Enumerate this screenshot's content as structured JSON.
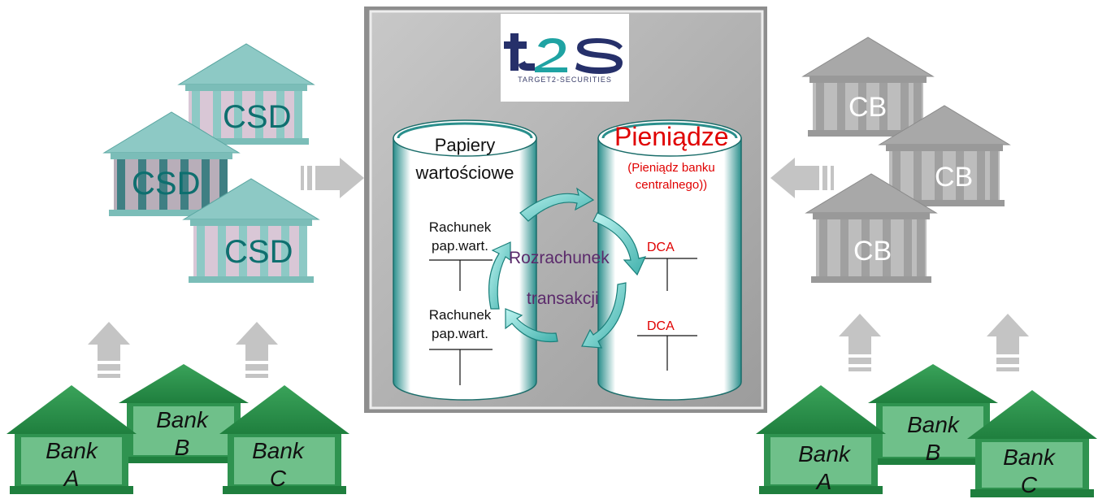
{
  "logo": {
    "caption": "TARGET2-SECURITIES",
    "colors": {
      "navy": "#26306a",
      "teal": "#1fa3a3"
    }
  },
  "csds": {
    "labels": [
      "CSD",
      "CSD",
      "CSD"
    ],
    "color": "#8dc9c5"
  },
  "central_banks": {
    "labels": [
      "CB",
      "CB",
      "CB"
    ],
    "color": "#a8a8a8"
  },
  "platform": {
    "securities_cylinder": {
      "title_line1": "Papiery",
      "title_line2": "wartościowe",
      "accounts": [
        {
          "line1": "Rachunek",
          "line2": "pap.wart."
        },
        {
          "line1": "Rachunek",
          "line2": "pap.wart."
        }
      ]
    },
    "cash_cylinder": {
      "title": "Pieniądze",
      "subtitle_line1": "(Pieniądz banku",
      "subtitle_line2": "centralnego))",
      "accounts": [
        "DCA",
        "DCA"
      ]
    },
    "settlement": {
      "line1": "Rozrachunek",
      "line2": "transakcji"
    }
  },
  "banks_left": [
    {
      "line1": "Bank",
      "line2": "A"
    },
    {
      "line1": "Bank",
      "line2": "B"
    },
    {
      "line1": "Bank",
      "line2": "C"
    }
  ],
  "banks_right": [
    {
      "line1": "Bank",
      "line2": "A"
    },
    {
      "line1": "Bank",
      "line2": "B"
    },
    {
      "line1": "Bank",
      "line2": "C"
    }
  ]
}
